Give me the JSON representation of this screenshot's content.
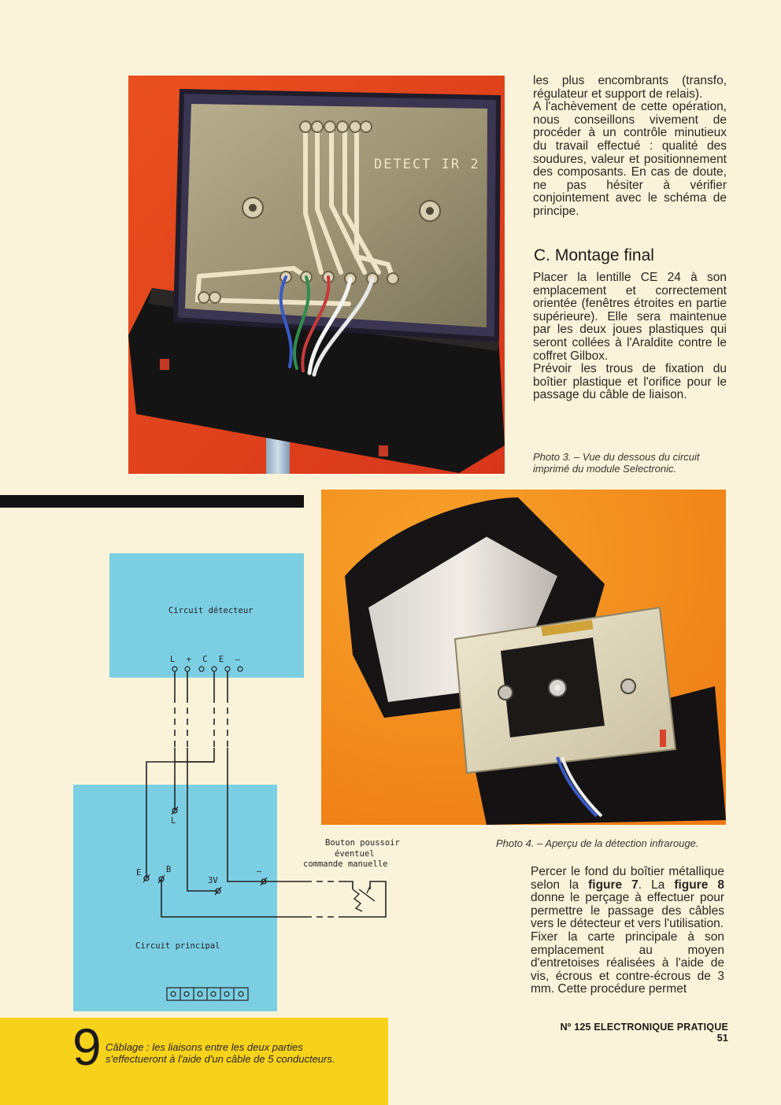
{
  "column_top": {
    "paragraphs": [
      "les plus encombrants (transfo, régulateur et support de relais).",
      "A l'achèvement de cette opération, nous conseillons vivement de procéder à un contrôle minutieux du travail effectué : qualité des soudures, valeur et positionnement des composants. En cas de doute, ne pas hésiter à vérifier conjointement avec le schéma de principe."
    ]
  },
  "section_c": {
    "heading": "C. Montage final",
    "paragraphs": [
      "Placer la lentille CE 24 à son emplacement et correctement orientée (fenêtres étroites en partie supérieure). Elle sera maintenue par les deux joues plastiques qui seront collées à l'Araldite contre le coffret Gilbox.",
      "Prévoir les trous de fixation du boîtier plastique et l'orifice pour le passage du câble de liaison."
    ]
  },
  "photo3": {
    "pcb_label": "DETECT IR 2",
    "caption_line1": "Photo 3. – Vue du dessous du circuit",
    "caption_line2": "imprimé du module Selectronic."
  },
  "photo4": {
    "caption": "Photo 4. – Aperçu de la détection infrarouge."
  },
  "diagram": {
    "top_box_label": "Circuit détecteur",
    "top_pins": "L + C E –",
    "bottom_box_label": "Circuit principal",
    "pin_L": "L",
    "pin_E": "E",
    "pin_B": "B",
    "pin_3V": "3V",
    "pin_minus": "–",
    "button_line1": "Bouton poussoir",
    "button_line2": "éventuel",
    "button_line3": "commande manuelle"
  },
  "column_bottom": {
    "p1_before_fig7": "Percer le fond du boîtier métallique selon la ",
    "fig7": "figure 7",
    "p1_mid": ". La ",
    "fig8": "figure 8",
    "p1_after": " donne le perçage à effectuer pour permettre le passage des câbles vers le détecteur et vers l'utilisation.",
    "p2": "Fixer la carte principale à son emplacement au moyen d'entretoises réalisées à l'aide de vis, écrous et contre-écrous de 3 mm. Cette procédure permet"
  },
  "footer": {
    "page": "Nº 125 ELECTRONIQUE PRATIQUE 51"
  },
  "figure9": {
    "number": "9",
    "caption_line1": "Câblage : les liaisons entre les deux parties",
    "caption_line2": "s'effectueront à l'aide d'un câble de 5 conducteurs."
  },
  "colors": {
    "page": "#fbf3d9",
    "diagram_cyan": "#7ccfe3",
    "figure_band": "#f7d21b",
    "photo3_background": "#e8421a",
    "photo4_background": "#f08a1d"
  }
}
